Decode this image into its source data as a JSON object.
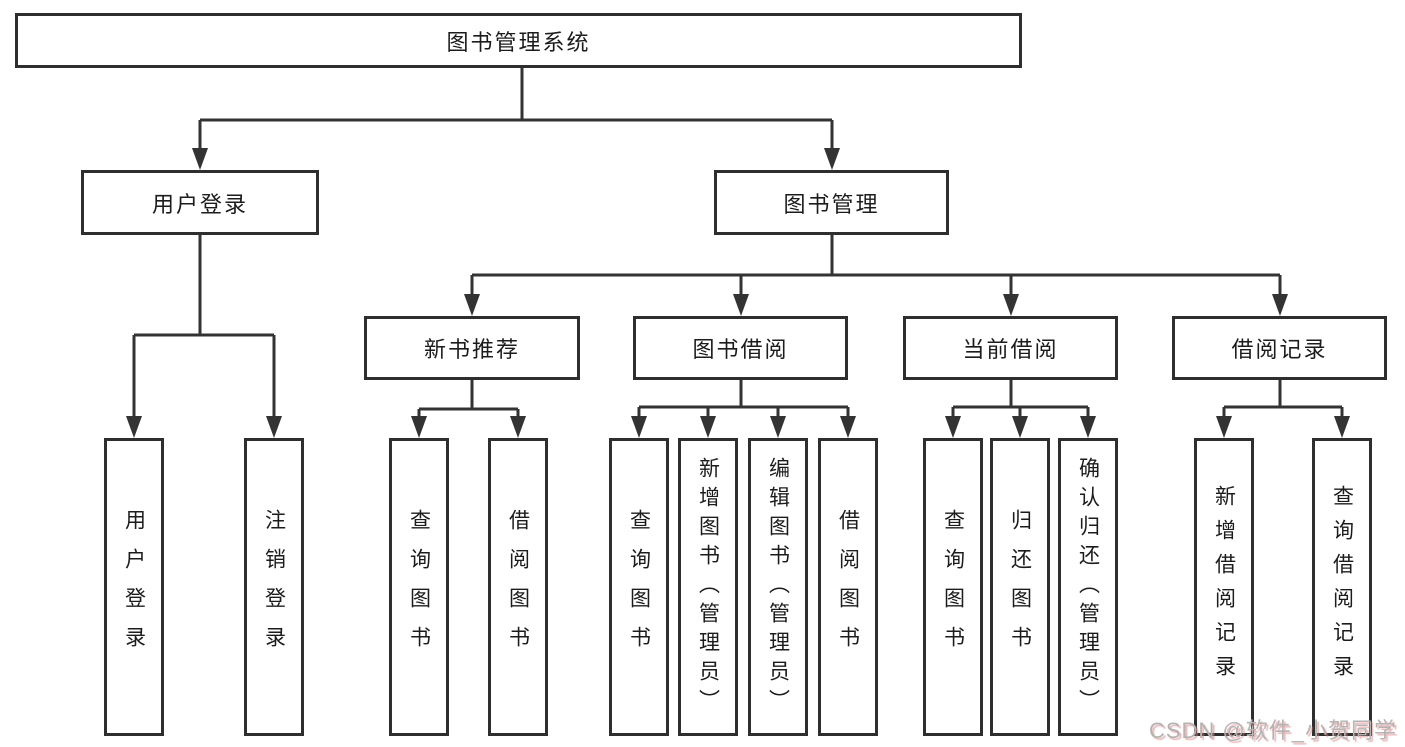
{
  "diagram": {
    "type": "hierarchy-tree",
    "tree": {
      "root": "图书管理系统",
      "branches": [
        {
          "label": "用户登录",
          "children": [
            "用户登录",
            "注销登录"
          ]
        },
        {
          "label": "图书管理",
          "groups": [
            {
              "label": "新书推荐",
              "children": [
                "查询图书",
                "借阅图书"
              ]
            },
            {
              "label": "图书借阅",
              "children": [
                "查询图书",
                "新增图书（管理员）",
                "编辑图书（管理员）",
                "借阅图书"
              ]
            },
            {
              "label": "当前借阅",
              "children": [
                "查询图书",
                "归还图书",
                "确认归还（管理员）"
              ]
            },
            {
              "label": "借阅记录",
              "children": [
                "新增借阅记录",
                "查询借阅记录"
              ]
            }
          ]
        }
      ]
    },
    "colors": {
      "line": "#333333",
      "border": "#2e2e2e",
      "text": "#1c1c1c",
      "background": "#ffffff",
      "watermark": "#b3b3b3",
      "watermark_tint": "#d97a7a"
    }
  },
  "watermark": {
    "text": "CSDN @软件_小贺同学"
  }
}
